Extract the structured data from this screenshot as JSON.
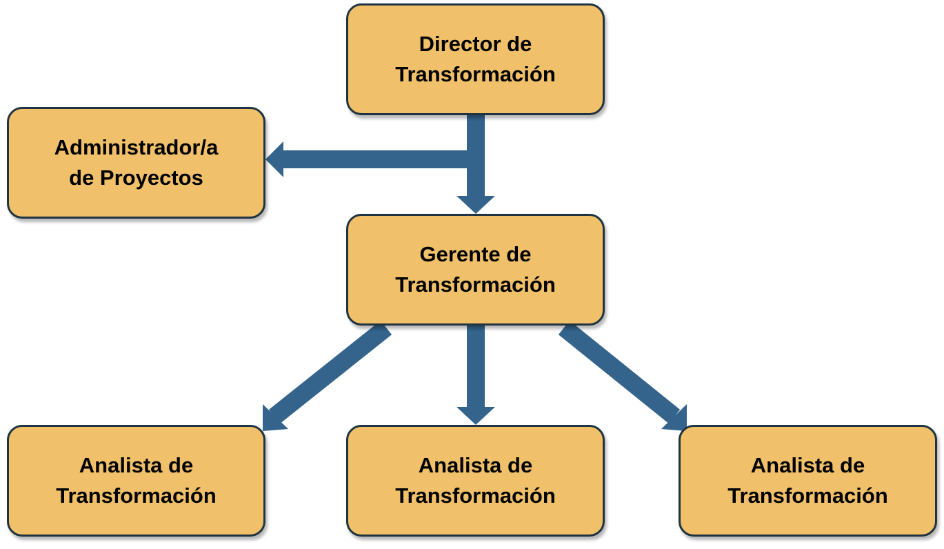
{
  "colors": {
    "box_fill": "#f0c06a",
    "box_border": "#1f3440",
    "arrow": "#34648c",
    "text": "#000000"
  },
  "nodes": {
    "director": {
      "line1": "Director de",
      "line2": "Transformación"
    },
    "admin": {
      "line1": "Administrador/a",
      "line2": "de Proyectos"
    },
    "gerente": {
      "line1": "Gerente de",
      "line2": "Transformación"
    },
    "analista_1": {
      "line1": "Analista de",
      "line2": "Transformación"
    },
    "analista_2": {
      "line1": "Analista de",
      "line2": "Transformación"
    },
    "analista_3": {
      "line1": "Analista de",
      "line2": "Transformación"
    }
  },
  "connections": [
    {
      "from": "director",
      "to": "gerente"
    },
    {
      "from": "director",
      "to": "admin"
    },
    {
      "from": "gerente",
      "to": "analista_1"
    },
    {
      "from": "gerente",
      "to": "analista_2"
    },
    {
      "from": "gerente",
      "to": "analista_3"
    }
  ]
}
